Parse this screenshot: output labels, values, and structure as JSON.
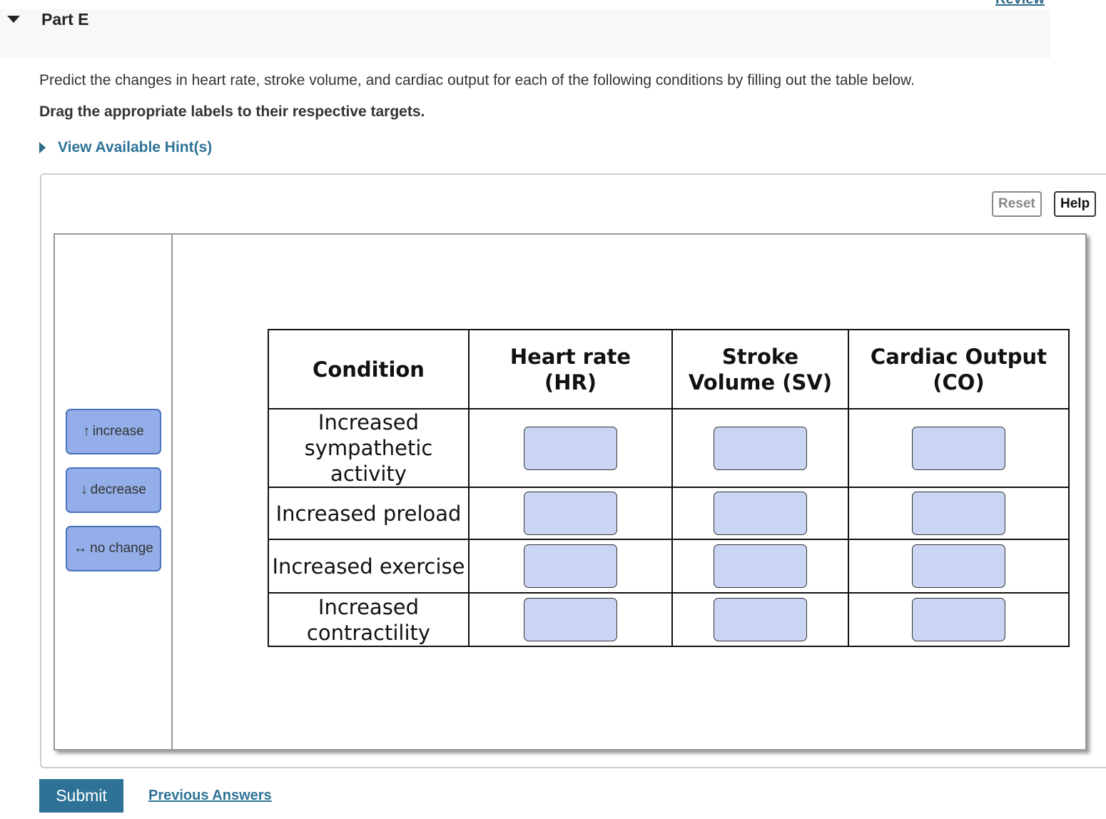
{
  "top_link": "Review",
  "part": {
    "title": "Part E"
  },
  "prompt": "Predict the changes in heart rate, stroke volume, and cardiac output for each of the following conditions by filling out the table below.",
  "instruction": "Drag the appropriate labels to their respective targets.",
  "hint_link": "View Available Hint(s)",
  "toolbar": {
    "reset": "Reset",
    "help": "Help"
  },
  "labels": [
    {
      "icon": "arrow-up-icon",
      "glyph": "↑",
      "text": "increase"
    },
    {
      "icon": "arrow-down-icon",
      "glyph": "↓",
      "text": "decrease"
    },
    {
      "icon": "arrow-left-right-icon",
      "glyph": "↔",
      "text": "no change"
    }
  ],
  "table": {
    "headers": [
      "Condition",
      "Heart rate (HR)",
      "Stroke Volume (SV)",
      "Cardiac Output (CO)"
    ],
    "rows": [
      "Increased sympathetic activity",
      "Increased preload",
      "Increased exercise",
      "Increased contractility"
    ]
  },
  "colors": {
    "label_fill": "#93aee8",
    "target_fill": "#c9d5f3",
    "accent": "#2e7397"
  },
  "submit": "Submit",
  "previous_answers": "Previous Answers"
}
